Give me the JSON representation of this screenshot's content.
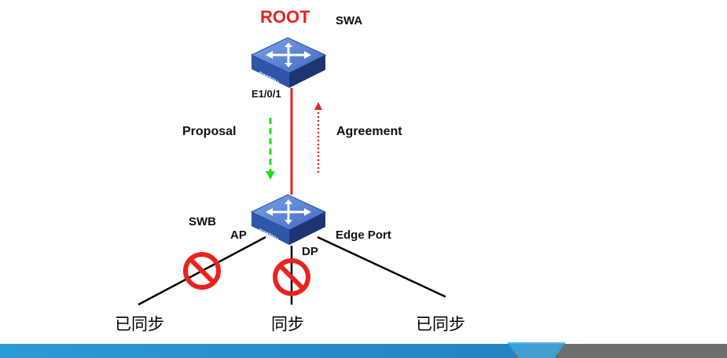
{
  "diagram": {
    "root_label": "ROOT",
    "swa_label": "SWA",
    "swb_label": "SWB",
    "swa_port_label": "E1/0/1",
    "proposal_label": "Proposal",
    "agreement_label": "Agreement",
    "ap_label": "AP",
    "dp_label": "DP",
    "edge_port_label": "Edge Port",
    "switch_text": "SWITCH",
    "leaf_left_label": "已同步",
    "leaf_middle_label": "同步",
    "leaf_right_label": "已同步"
  },
  "colors": {
    "root_red": "#e8231f",
    "proposal_green": "#22dd22",
    "agreement_red": "#e8231f",
    "blocked_red": "#e8231f",
    "footer_blue": "#2a8fcf",
    "footer_gray": "#6e6e6e"
  },
  "icons": [
    "switch-icon",
    "blocked-port-icon",
    "arrow-down-icon",
    "arrow-up-icon"
  ]
}
